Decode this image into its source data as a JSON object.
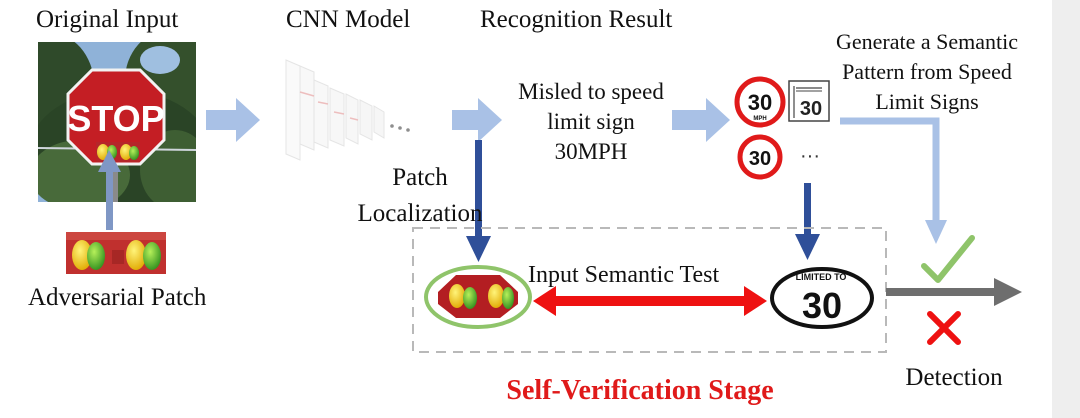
{
  "headers": {
    "original_input": "Original Input",
    "cnn_model": "CNN Model",
    "recognition_result": "Recognition Result"
  },
  "stop_sign_text": "STOP",
  "misled_text": [
    "Misled to speed",
    "limit sign",
    "30MPH"
  ],
  "generate_text": [
    "Generate a Semantic",
    "Pattern from Speed",
    "Limit Signs"
  ],
  "patch_localization": [
    "Patch",
    "Localization"
  ],
  "adversarial_patch": "Adversarial Patch",
  "input_semantic_test": "Input Semantic Test",
  "self_verification_stage": "Self-Verification Stage",
  "detection": "Detection",
  "ellipsis": "···",
  "signs": {
    "round_speed": "30",
    "mph": "MPH",
    "rect_speed": "30",
    "limited_to": "LIMITED TO",
    "limited_speed": "30"
  },
  "colors": {
    "light_arrow": "#a9c1e6",
    "dark_arrow": "#2f4f99",
    "red": "#ee1111",
    "stage_title": "#e01a1a",
    "check": "#8fc46a",
    "cross": "#ee1111",
    "gray_arrow": "#6e6e6e",
    "dashed_box": "#b9b9b9"
  }
}
